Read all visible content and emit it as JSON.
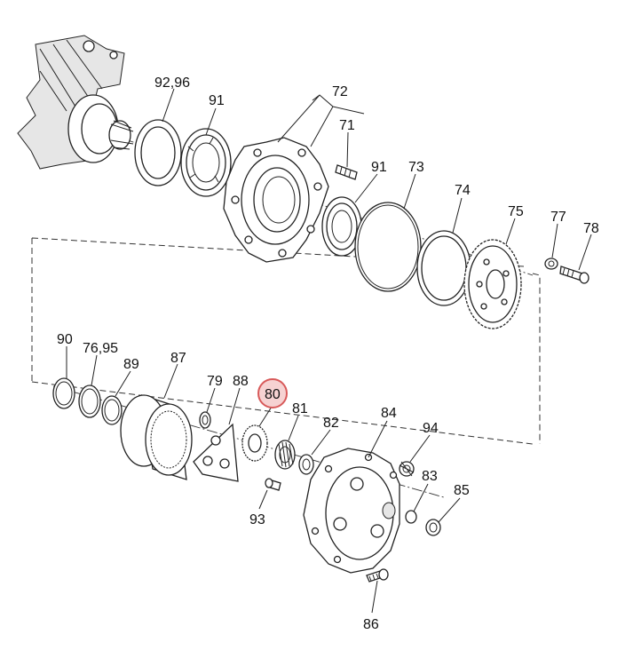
{
  "colors": {
    "highlight_circle": "#d85a5a",
    "highlight_fill": "#f6d2d2",
    "line": "#222222"
  },
  "callouts": {
    "p92_96": "92,96",
    "p91_top": "91",
    "p72": "72",
    "p71": "71",
    "p91_mid": "91",
    "p73": "73",
    "p74": "74",
    "p75": "75",
    "p77": "77",
    "p78": "78",
    "p90": "90",
    "p76_95": "76,95",
    "p89": "89",
    "p87": "87",
    "p79": "79",
    "p88": "88",
    "p80": "80",
    "p81": "81",
    "p82": "82",
    "p84": "84",
    "p94": "94",
    "p83": "83",
    "p85": "85",
    "p93": "93",
    "p86": "86"
  },
  "highlighted_part": "80"
}
